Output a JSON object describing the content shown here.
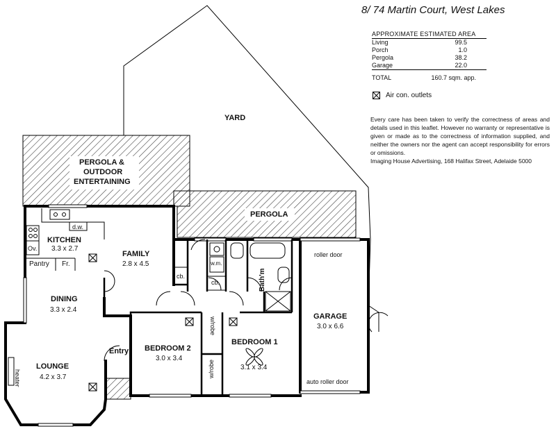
{
  "title": "8/ 74 Martin Court, West Lakes",
  "area": {
    "heading": "APPROXIMATE ESTIMATED AREA",
    "rows": [
      {
        "label": "Living",
        "value": "99.5"
      },
      {
        "label": "Porch",
        "value": "1.0"
      },
      {
        "label": "Pergola",
        "value": "38.2"
      },
      {
        "label": "Garage",
        "value": "22.0"
      }
    ],
    "total_label": "TOTAL",
    "total_value": "160.7 sqm. app."
  },
  "legend": {
    "label": "Air con. outlets",
    "icon": "aircon-outlet-icon"
  },
  "disclaimer": "Every care has been taken to verify the correctness of areas and details used in this leaflet.  However no warranty or representative is given or made as to the correctness of information supplied, and neither the owners nor the agent can accept responsibility for errors or omissions.",
  "credit": "Imaging House Advertising, 168 Halifax Street, Adelaide 5000",
  "labels": {
    "yard": "YARD",
    "pergola_outdoor_1": "PERGOLA &",
    "pergola_outdoor_2": "OUTDOOR",
    "pergola_outdoor_3": "ENTERTAINING",
    "pergola": "PERGOLA",
    "kitchen": "KITCHEN",
    "kitchen_dim": "3.3 x 2.7",
    "dw": "d.w.",
    "oven": "Ov.",
    "pantry": "Pantry",
    "fridge": "Fr.",
    "family": "FAMILY",
    "family_dim": "2.8 x 4.5",
    "dining": "DINING",
    "dining_dim": "3.3 x 2.4",
    "lounge": "LOUNGE",
    "lounge_dim": "4.2 x 3.7",
    "heater": "heater",
    "entry": "Entry",
    "bedroom2": "BEDROOM 2",
    "bedroom2_dim": "3.0 x 3.4",
    "bedroom1": "BEDROOM 1",
    "bedroom1_dim": "3.1 x 3.4",
    "wrobe_1": "w/robe",
    "wrobe_2": "w/robe",
    "cb_1": "cb.",
    "cb_2": "cb.",
    "wm": "w.m.",
    "bathroom": "Bath'm",
    "garage": "GARAGE",
    "garage_dim": "3.0 x 6.6",
    "roller_door": "roller door",
    "auto_roller_door": "auto roller door"
  }
}
